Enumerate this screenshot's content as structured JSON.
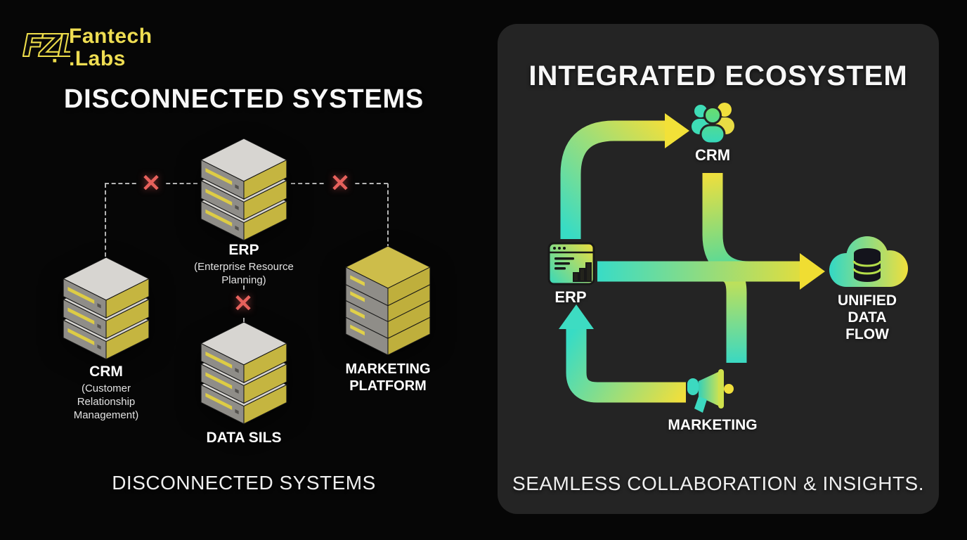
{
  "brand": {
    "logo_mark": "FZL",
    "line1": "Fantech",
    "line2": ".Labs"
  },
  "left_panel": {
    "title": "DISCONNECTED SYSTEMS",
    "caption": "DISCONNECTED SYSTEMS",
    "nodes": {
      "erp": {
        "label": "ERP",
        "sublabel": "(Enterprise Resource Planning)"
      },
      "crm": {
        "label": "CRM",
        "sublabel": "(Customer Relationship Management)"
      },
      "data_silos": {
        "label": "DATA SILS"
      },
      "marketing": {
        "label": "MARKETING PLATFORM"
      }
    }
  },
  "right_panel": {
    "title": "INTEGRATED ECOSYSTEM",
    "caption": "SEAMLESS COLLABORATION & INSIGHTS.",
    "nodes": {
      "crm": {
        "label": "CRM",
        "icon": "people-group-icon"
      },
      "erp": {
        "label": "ERP",
        "icon": "browser-chart-icon"
      },
      "marketing": {
        "label": "MARKETING",
        "icon": "megaphone-icon"
      },
      "unified": {
        "label": "UNIFIED DATA FLOW",
        "icon": "cloud-database-icon"
      }
    }
  },
  "colors": {
    "background": "#060606",
    "panel_bg": "#242424",
    "brand_yellow": "#eedd52",
    "arrow_teal": "#38dcc4",
    "arrow_yellow": "#f0df3c",
    "error_red": "#e6615c",
    "server_top_gray": "#d7d5d1",
    "server_side_yellow": "#c5b540"
  }
}
